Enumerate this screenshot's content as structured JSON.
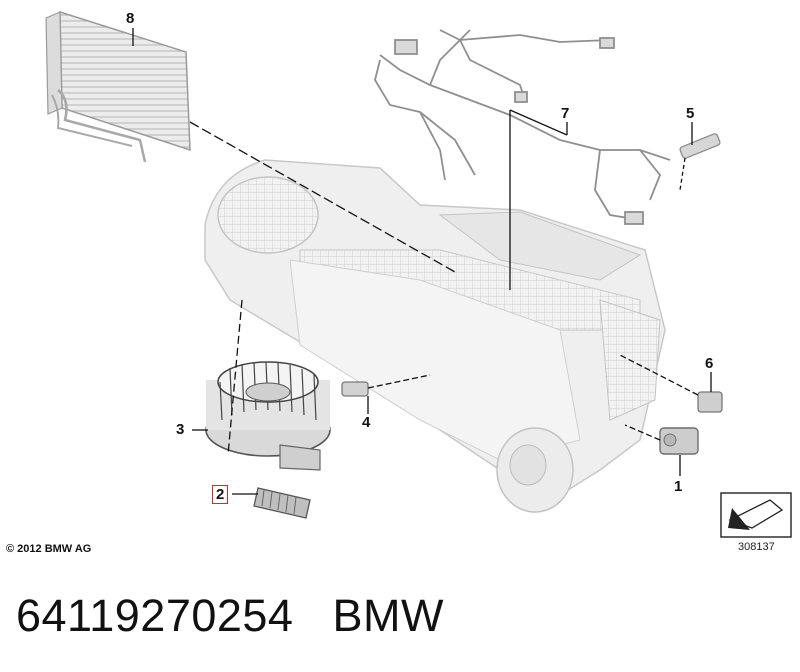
{
  "callouts": [
    {
      "id": "1",
      "text": "1",
      "highlighted": false
    },
    {
      "id": "2",
      "text": "2",
      "highlighted": true
    },
    {
      "id": "3",
      "text": "3",
      "highlighted": false
    },
    {
      "id": "4",
      "text": "4",
      "highlighted": false
    },
    {
      "id": "5",
      "text": "5",
      "highlighted": false
    },
    {
      "id": "6",
      "text": "6",
      "highlighted": false
    },
    {
      "id": "7",
      "text": "7",
      "highlighted": false
    },
    {
      "id": "8",
      "text": "8",
      "highlighted": false
    }
  ],
  "copyright": "© 2012 BMW AG",
  "reference_number": "308137",
  "footer": {
    "part_number": "64119270254",
    "brand": "BMW"
  },
  "colors": {
    "highlight": "#d9262b",
    "line": "#111111",
    "part_fill": "#efefef",
    "part_stroke": "#c8c8c8"
  }
}
